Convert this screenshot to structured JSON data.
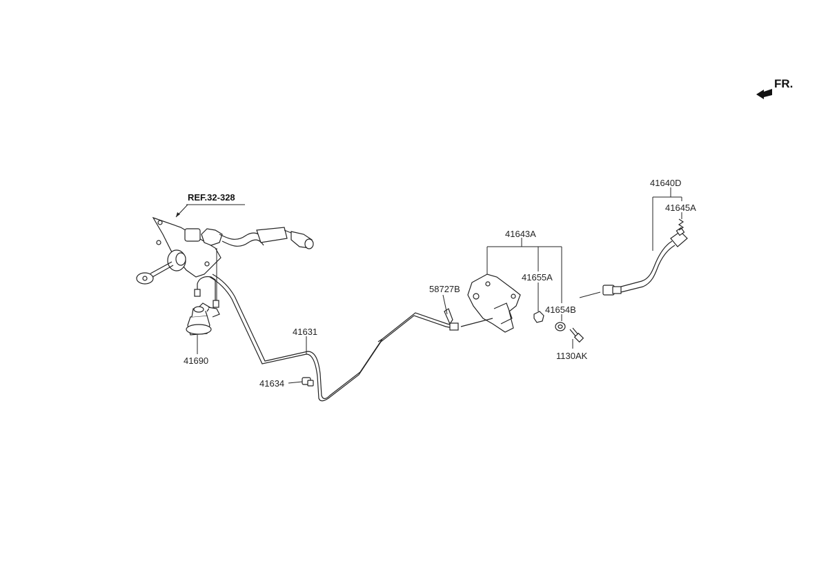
{
  "orientation": {
    "label": "FR.",
    "icon": "front-arrow-icon"
  },
  "reference": {
    "label": "REF.32-328"
  },
  "parts": [
    {
      "id": "41640D"
    },
    {
      "id": "41645A"
    },
    {
      "id": "41643A"
    },
    {
      "id": "41655A"
    },
    {
      "id": "41654B"
    },
    {
      "id": "58727B"
    },
    {
      "id": "1130AK"
    },
    {
      "id": "41631"
    },
    {
      "id": "41634"
    },
    {
      "id": "41690"
    }
  ],
  "colors": {
    "line": "#222222",
    "background": "#ffffff"
  }
}
